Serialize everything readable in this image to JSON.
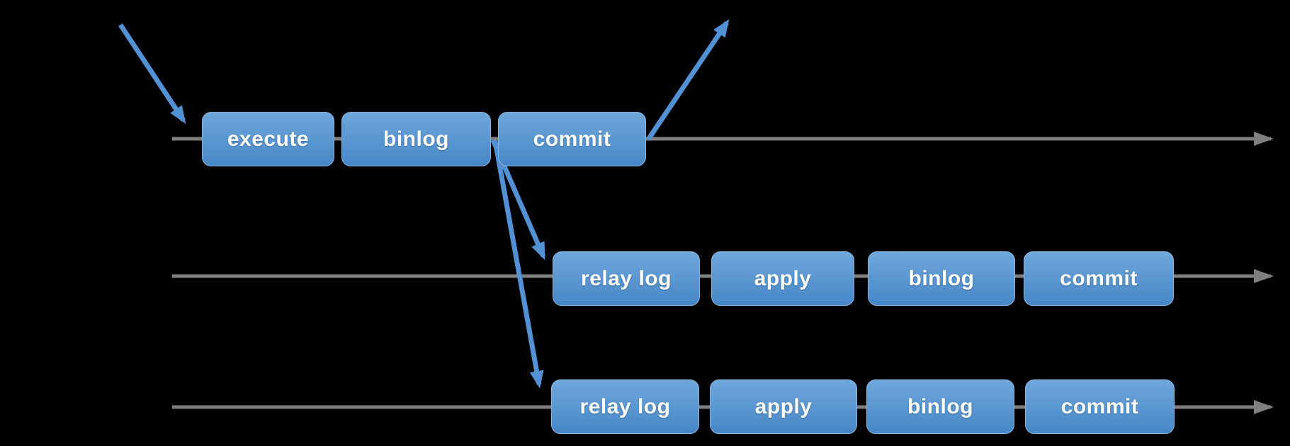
{
  "diagram": {
    "timelines": [
      {
        "boxes": [
          {
            "label": "execute"
          },
          {
            "label": "binlog"
          },
          {
            "label": "commit"
          }
        ]
      },
      {
        "boxes": [
          {
            "label": "relay log"
          },
          {
            "label": "apply"
          },
          {
            "label": "binlog"
          },
          {
            "label": "commit"
          }
        ]
      },
      {
        "boxes": [
          {
            "label": "relay log"
          },
          {
            "label": "apply"
          },
          {
            "label": "binlog"
          },
          {
            "label": "commit"
          }
        ]
      }
    ]
  },
  "colors": {
    "background": "#000000",
    "timeline_gray": "#7f7f7f",
    "arrow_blue": "#5291d3",
    "box_gradient_top": "#6fa7db",
    "box_gradient_bottom": "#4787c7",
    "box_border": "#8ab4dd",
    "box_text": "#ffffff"
  }
}
